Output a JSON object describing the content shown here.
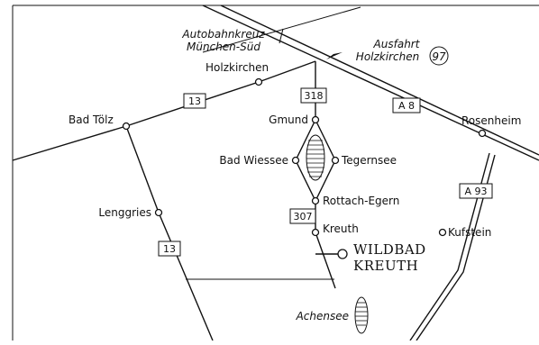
{
  "map": {
    "places": {
      "autobahnkreuz_line1": "Autobahnkreuz",
      "autobahnkreuz_line2": "München-Süd",
      "ausfahrt_line1": "Ausfahrt",
      "ausfahrt_line2": "Holzkirchen",
      "exit_number": "97",
      "holzkirchen": "Holzkirchen",
      "bad_toelz": "Bad Tölz",
      "gmund": "Gmund",
      "bad_wiessee": "Bad Wiessee",
      "tegernsee": "Tegernsee",
      "rottach_egern": "Rottach-Egern",
      "kreuth": "Kreuth",
      "lenggries": "Lenggries",
      "rosenheim": "Rosenheim",
      "kufstein": "Kufstein",
      "achensee": "Achensee",
      "wildbad_line1": "WILDBAD",
      "wildbad_line2": "KREUTH"
    },
    "roads": {
      "b13_upper": "13",
      "b13_lower": "13",
      "b318": "318",
      "b307": "307",
      "a8": "A 8",
      "a93": "A 93"
    }
  }
}
